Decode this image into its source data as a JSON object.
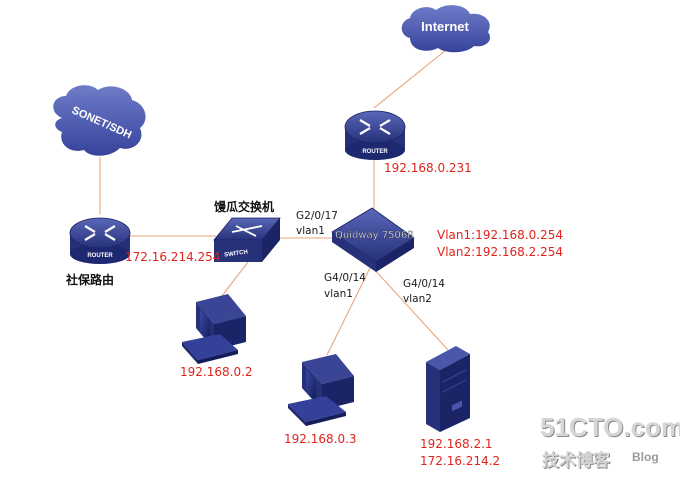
{
  "clouds": {
    "internet": "Internet",
    "sonet": "SONET/SDH"
  },
  "devices": {
    "router_top": "ROUTER",
    "router_left": "ROUTER",
    "switch": "SWITCH",
    "core_model": "Quidway 7506R"
  },
  "labels": {
    "router_top_ip": "192.168.0.231",
    "switch_name": "馒瓜交换机",
    "left_router_name": "社保路由",
    "left_link_ip": "172.16.214.254",
    "g2_port": "G2/0/17",
    "g2_vlan": "vlan1",
    "vlan1_ip": "Vlan1:192.168.0.254",
    "vlan2_ip": "Vlan2:192.168.2.254",
    "g4_14a_port": "G4/0/14",
    "g4_14a_vlan": "vlan1",
    "g4_14b_port": "G4/0/14",
    "g4_14b_vlan": "vlan2",
    "pc1_ip": "192.168.0.2",
    "pc2_ip": "192.168.0.3",
    "server_ip1": "192.168.2.1",
    "server_ip2": "172.16.214.2"
  },
  "watermark": {
    "brand": "51CTO.com",
    "sub": "技术博客",
    "blog": "Blog"
  },
  "colors": {
    "ip_label": "#e0231c",
    "device_blue": "#2f3d8c",
    "link": "#e8a67a"
  }
}
